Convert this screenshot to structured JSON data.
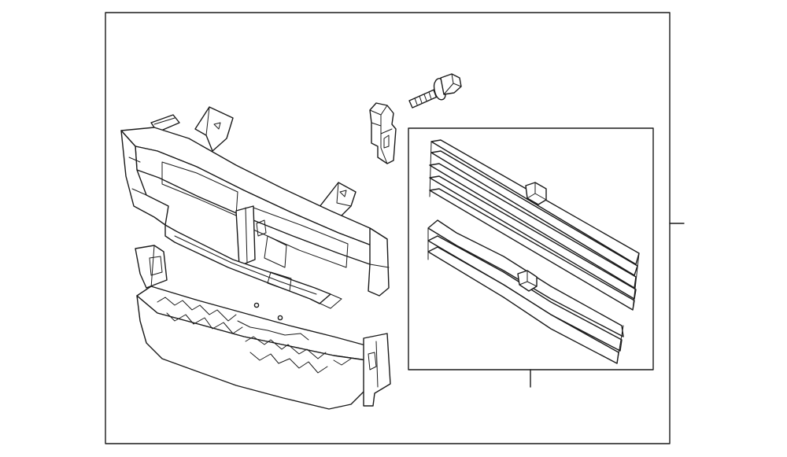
{
  "diagram": {
    "type": "exploded parts diagram",
    "colors": {
      "line": "#1a1a1a",
      "background": "#ffffff"
    },
    "parts": [
      {
        "icon": "radiator-support-assembly-icon"
      },
      {
        "icon": "bolt-icon"
      },
      {
        "icon": "bracket-clip-icon"
      },
      {
        "icon": "shutter-louvers-icon"
      }
    ],
    "callouts": [
      {
        "target": "main-assembly"
      },
      {
        "target": "shutter-subassembly"
      }
    ]
  }
}
